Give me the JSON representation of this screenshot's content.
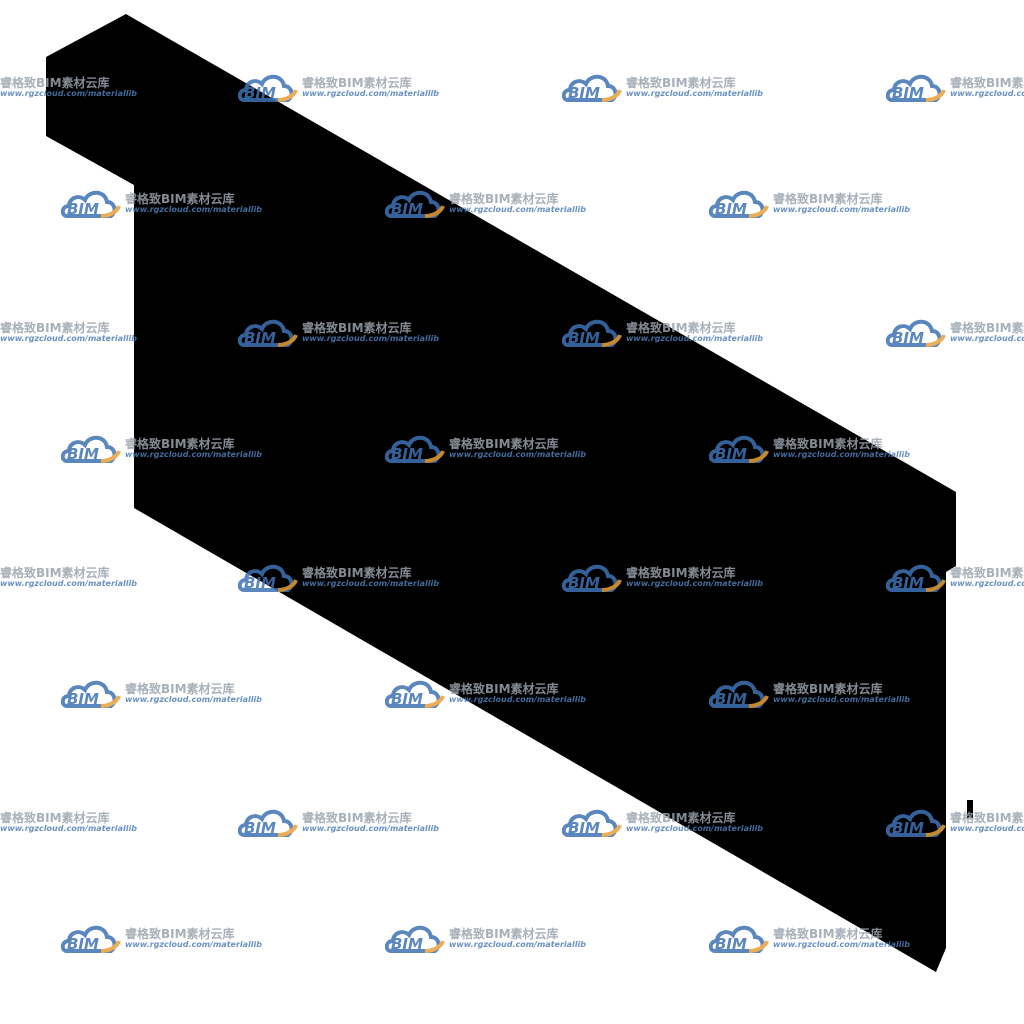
{
  "watermark": {
    "brand_text": "睿格致BIM素材云库",
    "url_text": "www.rgzcloud.com/materiallib",
    "logo_text": "BIM",
    "logo_colors": {
      "cloud": "#3f73b5",
      "swoosh": "#e8a13a"
    }
  },
  "model": {
    "fill_color": "#000000",
    "background_color": "#ffffff"
  }
}
